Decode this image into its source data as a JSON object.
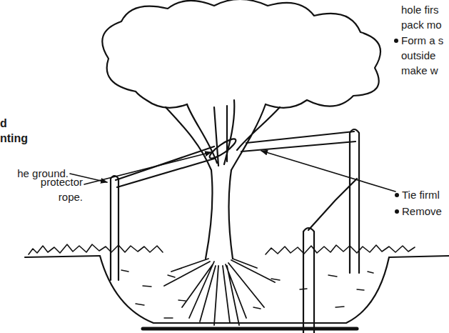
{
  "diagram": {
    "labels": [
      "d nting",
      "he ground.",
      "protector rope.",
      "hole firs pack mo",
      "Form a s outside make w",
      "Tie firml",
      "Remove"
    ]
  }
}
